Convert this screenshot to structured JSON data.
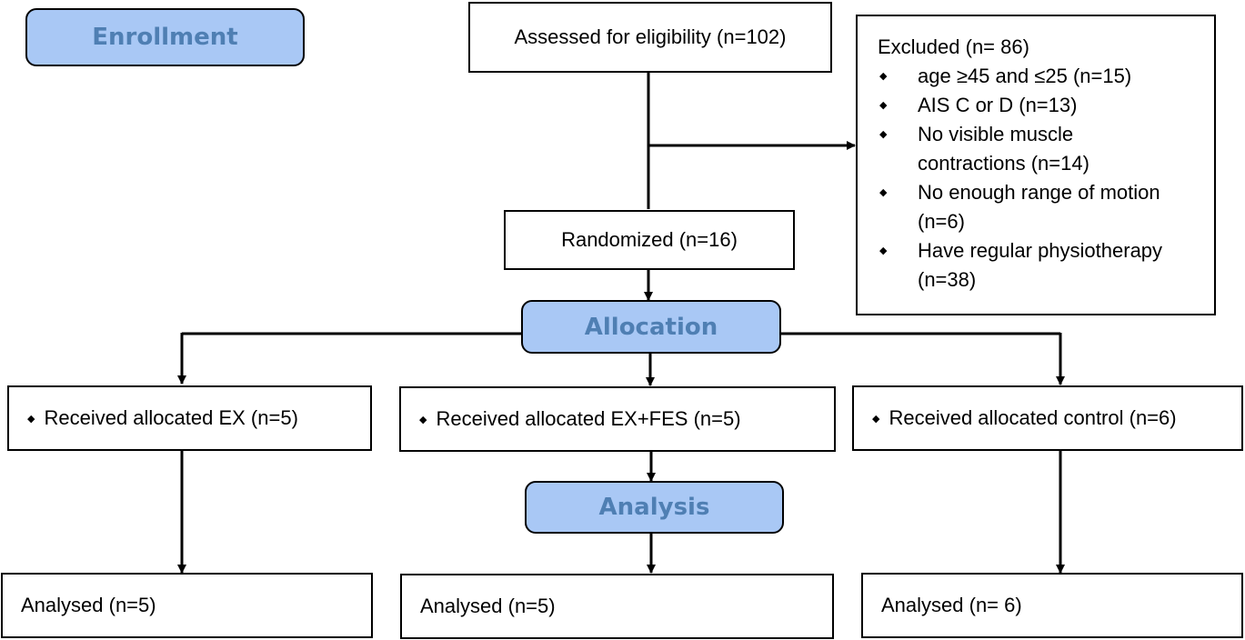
{
  "phases": {
    "enrollment": "Enrollment",
    "allocation": "Allocation",
    "analysis": "Analysis"
  },
  "assessed": "Assessed for eligibility (n=102)",
  "randomized": "Randomized (n=16)",
  "excluded": {
    "title": "Excluded (n= 86)",
    "items": [
      {
        "lines": [
          "age ≥45 and ≤25  (n=15)"
        ]
      },
      {
        "lines": [
          "AIS C or D (n=13)"
        ]
      },
      {
        "lines": [
          "No visible muscle",
          "contractions (n=14)"
        ]
      },
      {
        "lines": [
          "No enough range of motion",
          "(n=6)"
        ]
      },
      {
        "lines": [
          "Have regular physiotherapy",
          "(n=38)"
        ]
      }
    ]
  },
  "allocated": {
    "ex": "Received allocated EX (n=5)",
    "exfes": "Received allocated EX+FES (n=5)",
    "control": "Received allocated control (n=6)"
  },
  "analysed": {
    "ex": "Analysed (n=5)",
    "exfes": "Analysed (n=5)",
    "control": "Analysed (n= 6)"
  },
  "bullet_glyph": "◆",
  "colors": {
    "phase_fill": "#a9c8f5",
    "phase_text": "#4f7fb3",
    "line": "#000000"
  }
}
